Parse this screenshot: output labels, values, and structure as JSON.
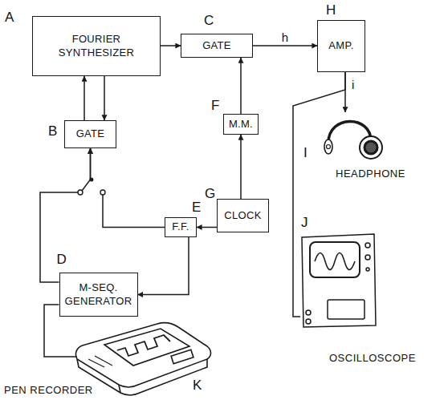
{
  "diagram": {
    "nodes": [
      {
        "text": [
          "A",
          "FOURIER SYNTHESIZER"
        ]
      },
      {
        "text": [
          "C",
          "GATE"
        ]
      },
      {
        "text": [
          "H",
          "AMP."
        ]
      },
      {
        "text": [
          "B",
          "GATE"
        ]
      },
      {
        "text": [
          "F",
          "M.M."
        ]
      },
      {
        "text": [
          "I",
          "HEADPHONE"
        ]
      },
      {
        "text": [
          "E",
          "F.F."
        ]
      },
      {
        "text": [
          "G",
          "CLOCK"
        ]
      },
      {
        "text": [
          "D",
          "M-SEQ. GENERATOR"
        ]
      },
      {
        "text": [
          "J",
          "OSCILLOSCOPE"
        ]
      },
      {
        "text": [
          "K",
          "PEN RECORDER"
        ]
      }
    ],
    "edges": [
      {
        "from": 0,
        "to": 1,
        "arrow": "to"
      },
      {
        "from": 1,
        "to": 2,
        "label": "h",
        "arrow": "to"
      },
      {
        "from": 3,
        "to": 0,
        "arrow": "to"
      },
      {
        "from": 0,
        "to": 3,
        "arrow": "to"
      },
      {
        "from": 4,
        "to": 1,
        "arrow": "to"
      },
      {
        "from": 7,
        "to": 4,
        "arrow": "to"
      },
      {
        "from": 7,
        "to": 6,
        "arrow": "to"
      },
      {
        "from": 6,
        "to": 8,
        "arrow": "to"
      },
      {
        "from": 6,
        "to": 3,
        "arrow": "to"
      },
      {
        "from": 8,
        "to": 3,
        "arrow": "to"
      },
      {
        "from": 2,
        "to": 5,
        "arrow": "to"
      },
      {
        "from": 2,
        "to": 9,
        "arrow": "none"
      },
      {
        "from": 8,
        "to": 10,
        "arrow": "none"
      }
    ],
    "labels": [
      "i"
    ]
  }
}
